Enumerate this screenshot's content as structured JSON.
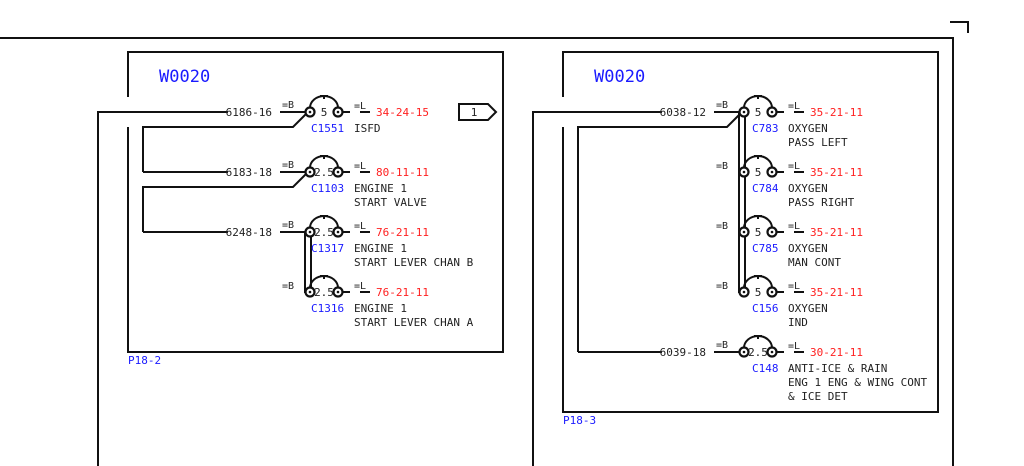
{
  "colors": {
    "wire": "#111111",
    "component_id": "#1a1aff",
    "reference": "#ff2020"
  },
  "offpage_connector": "1",
  "panels": [
    {
      "label": "W0020",
      "plug": "P18-2",
      "breakers": [
        {
          "wire": "6186-16",
          "b": "=B",
          "rating": "5",
          "id": "C1551",
          "l": "=L",
          "ref": "34-24-15",
          "desc": [
            "ISFD"
          ]
        },
        {
          "wire": "6183-18",
          "b": "=B",
          "rating": "2.5",
          "id": "C1103",
          "l": "=L",
          "ref": "80-11-11",
          "desc": [
            "ENGINE 1",
            "START VALVE"
          ]
        },
        {
          "wire": "6248-18",
          "b": "=B",
          "rating": "2.5",
          "id": "C1317",
          "l": "=L",
          "ref": "76-21-11",
          "desc": [
            "ENGINE 1",
            "START LEVER CHAN B"
          ]
        },
        {
          "wire": "",
          "b": "=B",
          "rating": "2.5",
          "id": "C1316",
          "l": "=L",
          "ref": "76-21-11",
          "desc": [
            "ENGINE 1",
            "START LEVER CHAN A"
          ]
        }
      ]
    },
    {
      "label": "W0020",
      "plug": "P18-3",
      "breakers": [
        {
          "wire": "6038-12",
          "b": "=B",
          "rating": "5",
          "id": "C783",
          "l": "=L",
          "ref": "35-21-11",
          "desc": [
            "OXYGEN",
            "PASS LEFT"
          ]
        },
        {
          "wire": "",
          "b": "=B",
          "rating": "5",
          "id": "C784",
          "l": "=L",
          "ref": "35-21-11",
          "desc": [
            "OXYGEN",
            "PASS RIGHT"
          ]
        },
        {
          "wire": "",
          "b": "=B",
          "rating": "5",
          "id": "C785",
          "l": "=L",
          "ref": "35-21-11",
          "desc": [
            "OXYGEN",
            "MAN CONT"
          ]
        },
        {
          "wire": "",
          "b": "=B",
          "rating": "5",
          "id": "C156",
          "l": "=L",
          "ref": "35-21-11",
          "desc": [
            "OXYGEN",
            "IND"
          ]
        },
        {
          "wire": "6039-18",
          "b": "=B",
          "rating": "2.5",
          "id": "C148",
          "l": "=L",
          "ref": "30-21-11",
          "desc": [
            "ANTI-ICE & RAIN",
            "ENG 1 ENG & WING CONT",
            "& ICE DET"
          ]
        }
      ]
    }
  ]
}
